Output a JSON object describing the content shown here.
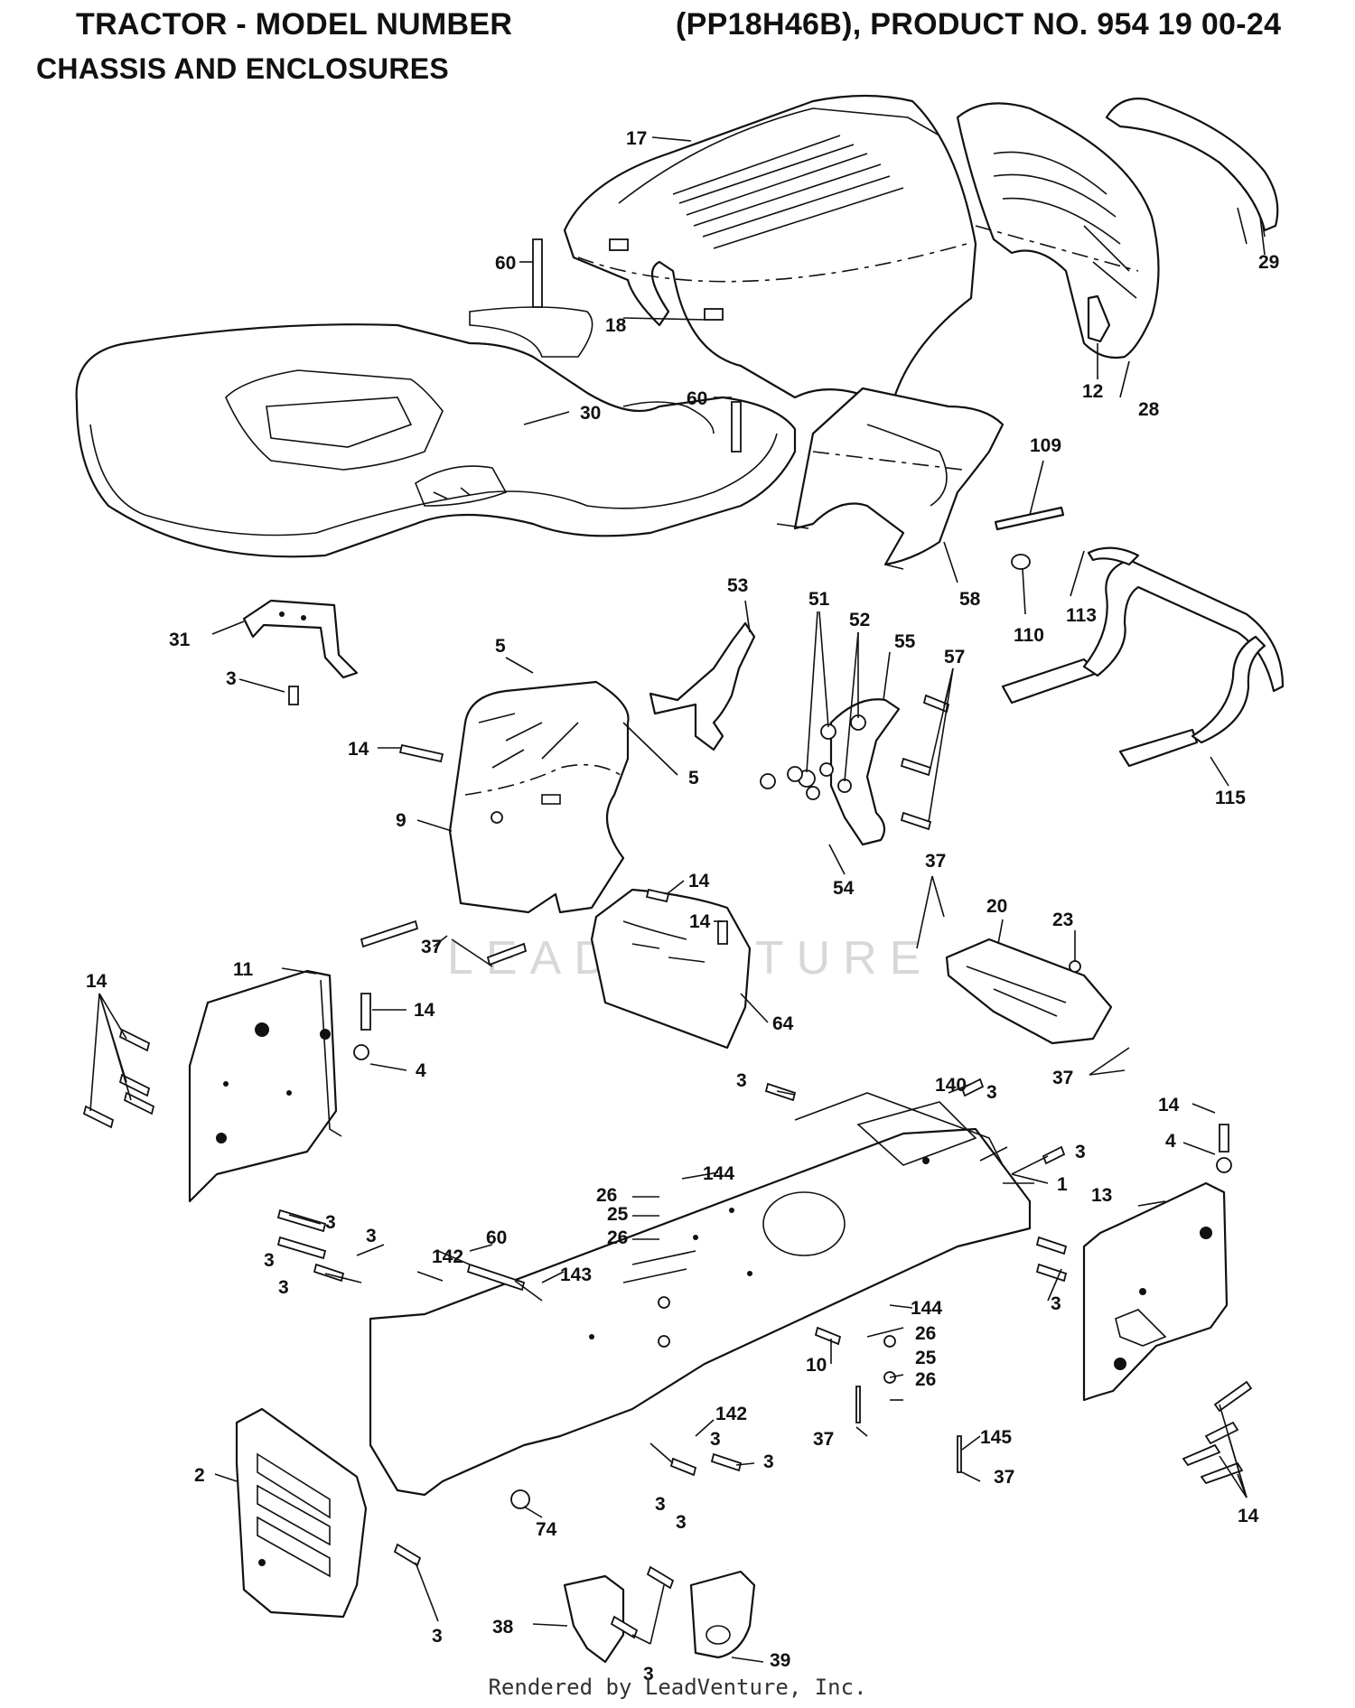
{
  "header": {
    "title_left": "TRACTOR - MODEL NUMBER",
    "title_right": "(PP18H46B), PRODUCT NO. 954 19 00-24",
    "subtitle": "CHASSIS AND ENCLOSURES"
  },
  "watermark": "LEADVENTURE",
  "credit": "Rendered by LeadVenture, Inc.",
  "callouts": [
    {
      "id": "c17",
      "text": "17"
    },
    {
      "id": "c29",
      "text": "29"
    },
    {
      "id": "c60a",
      "text": "60"
    },
    {
      "id": "c18",
      "text": "18"
    },
    {
      "id": "c12",
      "text": "12"
    },
    {
      "id": "c28",
      "text": "28"
    },
    {
      "id": "c60b",
      "text": "60"
    },
    {
      "id": "c30",
      "text": "30"
    },
    {
      "id": "c109",
      "text": "109"
    },
    {
      "id": "c58",
      "text": "58"
    },
    {
      "id": "c110",
      "text": "110"
    },
    {
      "id": "c113",
      "text": "113"
    },
    {
      "id": "c31",
      "text": "31"
    },
    {
      "id": "c53",
      "text": "53"
    },
    {
      "id": "c51",
      "text": "51"
    },
    {
      "id": "c52",
      "text": "52"
    },
    {
      "id": "c55",
      "text": "55"
    },
    {
      "id": "c57",
      "text": "57"
    },
    {
      "id": "c3a",
      "text": "3"
    },
    {
      "id": "c5a",
      "text": "5"
    },
    {
      "id": "c14a",
      "text": "14"
    },
    {
      "id": "c5b",
      "text": "5"
    },
    {
      "id": "c115",
      "text": "115"
    },
    {
      "id": "c9",
      "text": "9"
    },
    {
      "id": "c54",
      "text": "54"
    },
    {
      "id": "c37a",
      "text": "37"
    },
    {
      "id": "c14b",
      "text": "14"
    },
    {
      "id": "c14c",
      "text": "14"
    },
    {
      "id": "c20",
      "text": "20"
    },
    {
      "id": "c23",
      "text": "23"
    },
    {
      "id": "c37b",
      "text": "37"
    },
    {
      "id": "c11",
      "text": "11"
    },
    {
      "id": "c14d",
      "text": "14"
    },
    {
      "id": "c64",
      "text": "64"
    },
    {
      "id": "c14e",
      "text": "14"
    },
    {
      "id": "c4a",
      "text": "4"
    },
    {
      "id": "c37c",
      "text": "37"
    },
    {
      "id": "c3b",
      "text": "3"
    },
    {
      "id": "c140",
      "text": "140"
    },
    {
      "id": "c3c",
      "text": "3"
    },
    {
      "id": "c14f",
      "text": "14"
    },
    {
      "id": "c3d",
      "text": "3"
    },
    {
      "id": "c4b",
      "text": "4"
    },
    {
      "id": "c144a",
      "text": "144"
    },
    {
      "id": "c1",
      "text": "1"
    },
    {
      "id": "c26a",
      "text": "26"
    },
    {
      "id": "c13",
      "text": "13"
    },
    {
      "id": "c25a",
      "text": "25"
    },
    {
      "id": "c26b",
      "text": "26"
    },
    {
      "id": "c3e",
      "text": "3"
    },
    {
      "id": "c3f",
      "text": "3"
    },
    {
      "id": "c60c",
      "text": "60"
    },
    {
      "id": "c142a",
      "text": "142"
    },
    {
      "id": "c3g",
      "text": "3"
    },
    {
      "id": "c143",
      "text": "143"
    },
    {
      "id": "c3h",
      "text": "3"
    },
    {
      "id": "c3i",
      "text": "3"
    },
    {
      "id": "c144b",
      "text": "144"
    },
    {
      "id": "c26c",
      "text": "26"
    },
    {
      "id": "c10",
      "text": "10"
    },
    {
      "id": "c25b",
      "text": "25"
    },
    {
      "id": "c26d",
      "text": "26"
    },
    {
      "id": "c142b",
      "text": "142"
    },
    {
      "id": "c37d",
      "text": "37"
    },
    {
      "id": "c145",
      "text": "145"
    },
    {
      "id": "c3j",
      "text": "3"
    },
    {
      "id": "c3k",
      "text": "3"
    },
    {
      "id": "c37e",
      "text": "37"
    },
    {
      "id": "c2",
      "text": "2"
    },
    {
      "id": "c3l",
      "text": "3"
    },
    {
      "id": "c3m",
      "text": "3"
    },
    {
      "id": "c74",
      "text": "74"
    },
    {
      "id": "c14g",
      "text": "14"
    },
    {
      "id": "c3n",
      "text": "3"
    },
    {
      "id": "c38",
      "text": "38"
    },
    {
      "id": "c3o",
      "text": "3"
    },
    {
      "id": "c39",
      "text": "39"
    }
  ]
}
